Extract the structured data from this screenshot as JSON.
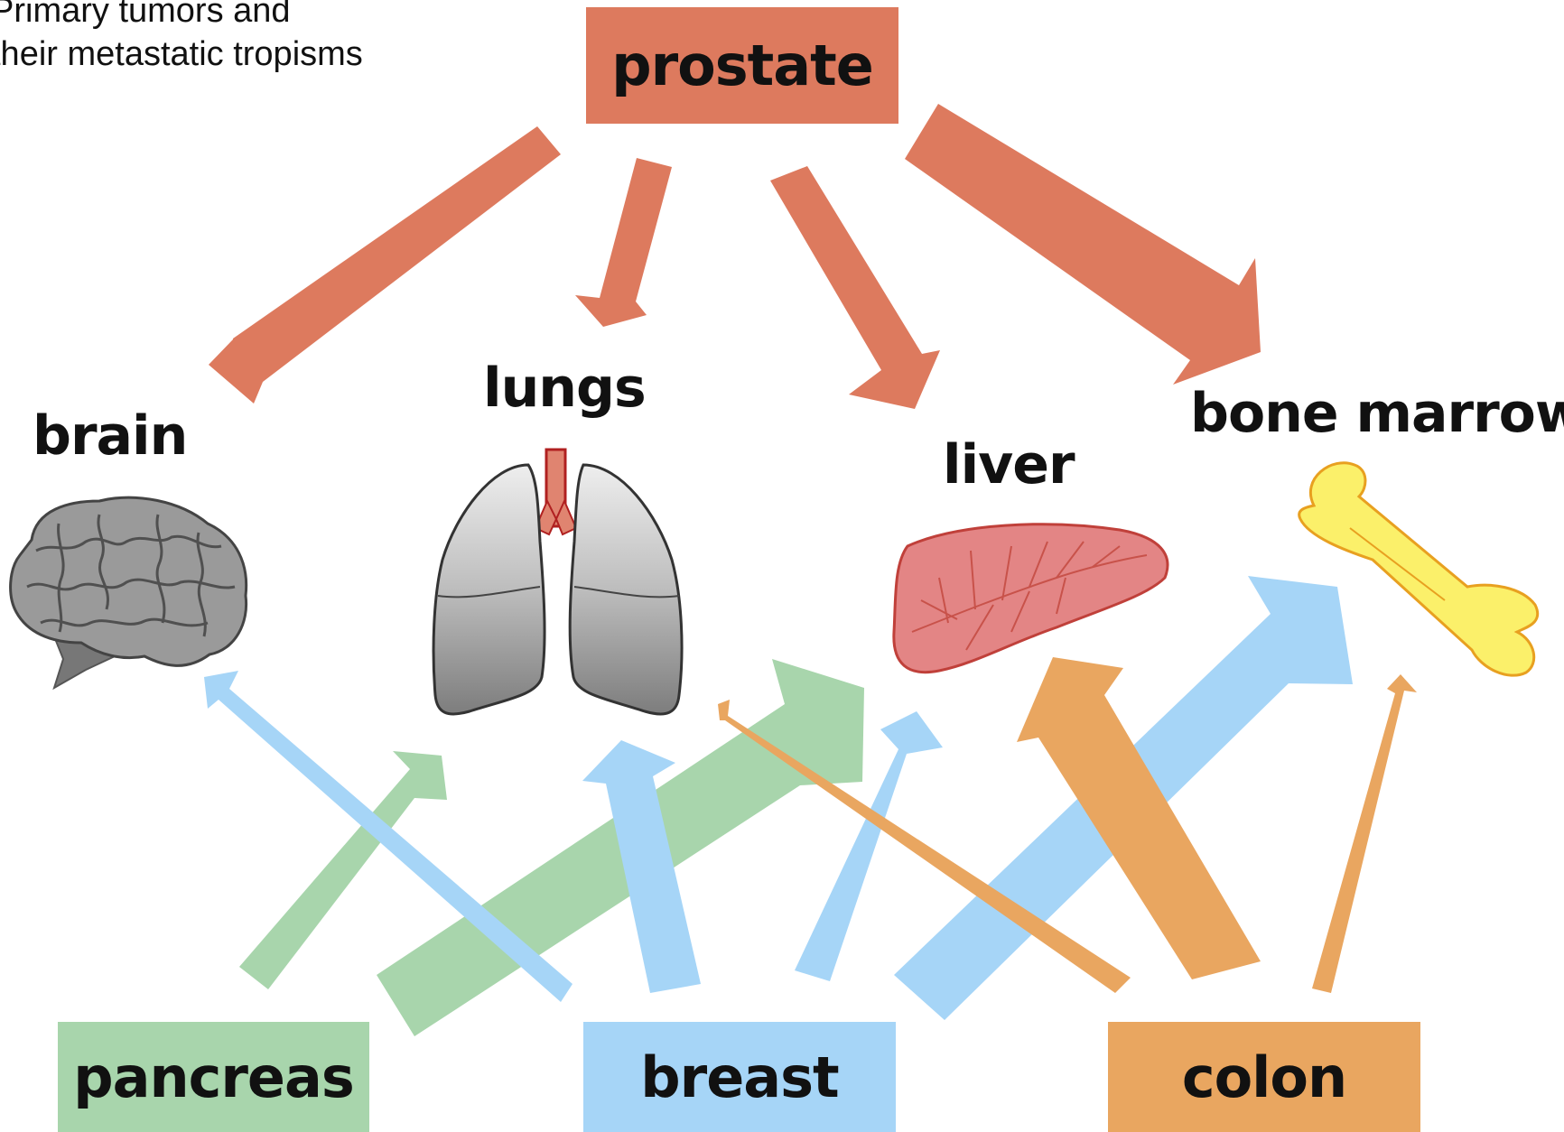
{
  "caption": {
    "line1": "Primary tumors and",
    "line2": "their metastatic tropisms"
  },
  "primaries": {
    "prostate": {
      "label": "prostate",
      "color": "#dd7a5e"
    },
    "pancreas": {
      "label": "pancreas",
      "color": "#a8d5ac"
    },
    "breast": {
      "label": "breast",
      "color": "#a6d5f7"
    },
    "colon": {
      "label": "colon",
      "color": "#e9a660"
    }
  },
  "targets": {
    "brain": {
      "label": "brain",
      "icon": "brain-icon"
    },
    "lungs": {
      "label": "lungs",
      "icon": "lungs-icon"
    },
    "liver": {
      "label": "liver",
      "icon": "liver-icon"
    },
    "bone_marrow": {
      "label": "bone marrow",
      "icon": "bone-icon"
    }
  },
  "flows": [
    {
      "from": "prostate",
      "to": "brain"
    },
    {
      "from": "prostate",
      "to": "lungs"
    },
    {
      "from": "prostate",
      "to": "liver"
    },
    {
      "from": "prostate",
      "to": "bone marrow"
    },
    {
      "from": "pancreas",
      "to": "lungs"
    },
    {
      "from": "pancreas",
      "to": "liver"
    },
    {
      "from": "breast",
      "to": "brain"
    },
    {
      "from": "breast",
      "to": "lungs"
    },
    {
      "from": "breast",
      "to": "liver"
    },
    {
      "from": "breast",
      "to": "bone marrow"
    },
    {
      "from": "colon",
      "to": "lungs"
    },
    {
      "from": "colon",
      "to": "liver"
    },
    {
      "from": "colon",
      "to": "bone marrow"
    }
  ]
}
